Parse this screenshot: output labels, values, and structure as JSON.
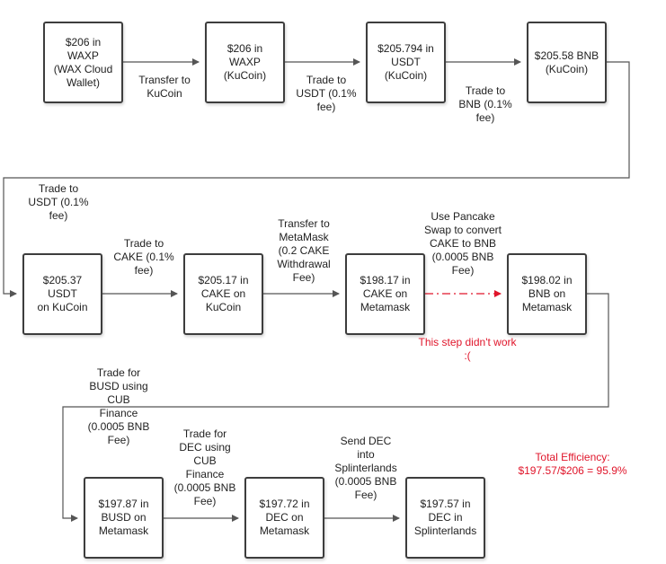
{
  "colors": {
    "box_border": "#3d3d3d",
    "line": "#555555",
    "failed_line": "#e0162b",
    "failed_text": "#e0162b"
  },
  "boxes": {
    "waxp_wallet": "$206 in WAXP\n(WAX Cloud\nWallet)",
    "waxp_kucoin": "$206 in WAXP\n(KuCoin)",
    "usdt_kucoin": "$205.794 in\nUSDT\n(KuCoin)",
    "bnb_kucoin": "$205.58 BNB\n(KuCoin)",
    "usdt_kucoin_2": "$205.37 USDT\non KuCoin",
    "cake_kucoin": "$205.17 in\nCAKE on\nKuCoin",
    "cake_metamask": "$198.17 in\nCAKE on\nMetamask",
    "bnb_metamask": "$198.02 in\nBNB on\nMetamask",
    "busd_metamask": "$197.87 in\nBUSD on\nMetamask",
    "dec_metamask": "$197.72 in\nDEC on\nMetamask",
    "dec_splinterlands": "$197.57 in\nDEC in\nSplinterlands"
  },
  "edge_labels": {
    "transfer_to_kucoin": "Transfer to\nKuCoin",
    "trade_to_usdt_1": "Trade to\nUSDT (0.1%\nfee)",
    "trade_to_bnb": "Trade to\nBNB (0.1%\nfee)",
    "trade_to_usdt_2": "Trade to\nUSDT (0.1%\nfee)",
    "trade_to_cake": "Trade to\nCAKE (0.1%\nfee)",
    "transfer_to_metamask": "Transfer to\nMetaMask\n(0.2 CAKE\nWithdrawal\nFee)",
    "pancake_swap": "Use Pancake\nSwap to convert\nCAKE to BNB\n(0.0005 BNB\nFee)",
    "failed_note": "This step didn't work\n:(",
    "trade_for_busd": "Trade for\nBUSD using\nCUB\nFinance\n(0.0005 BNB\nFee)",
    "trade_for_dec": "Trade for\nDEC using\nCUB\nFinance\n(0.0005 BNB\nFee)",
    "send_dec": "Send DEC\ninto\nSplinterlands\n(0.0005 BNB\nFee)",
    "total_efficiency": "Total Efficiency:\n$197.57/$206 = 95.9%"
  }
}
